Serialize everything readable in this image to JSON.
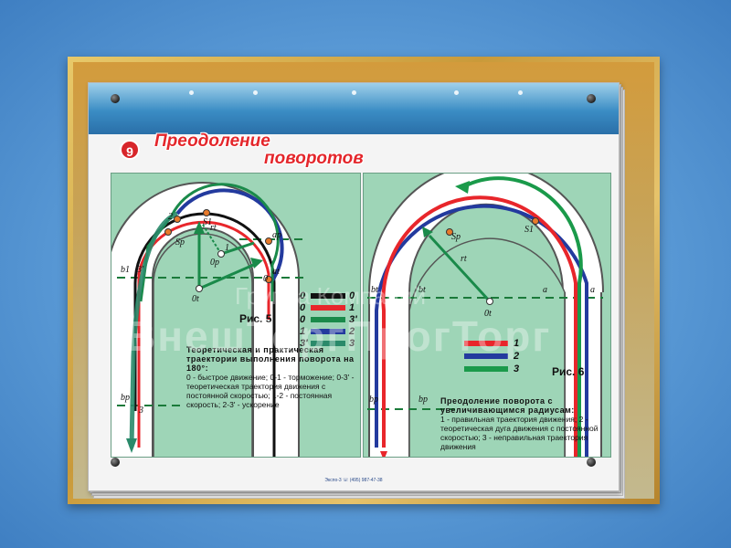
{
  "page": {
    "number": "9",
    "title_line1": "Преодоление",
    "title_line2": "поворотов"
  },
  "fig5": {
    "label": "Рис. 5",
    "caption_title": "Теоретическая и практическая траектории выполнения поворота на 180°:",
    "caption_body": "0 - быстрое движение; 0-1 - торможение; 0-3' - теоретическая траектория движения с постоянной скоростью; 1-2 - постоянная скорость; 2-3' - ускорение",
    "legend": [
      {
        "from": "0",
        "to": "0",
        "color": "#111111"
      },
      {
        "from": "0",
        "to": "1",
        "color": "#e8262b"
      },
      {
        "from": "0",
        "to": "3'",
        "color": "#1a8a4a"
      },
      {
        "from": "1",
        "to": "2",
        "color": "#233a9e"
      },
      {
        "from": "3'",
        "to": "3",
        "color": "#2a8a6a"
      }
    ],
    "points": {
      "b1": "b1",
      "b3": "3'",
      "sp": "Sp",
      "s1": "S1",
      "n2": "2",
      "n1": "1",
      "rt": "rt",
      "ap": "ap",
      "at": "at",
      "op": "0p",
      "ot": "0t",
      "n0": "0",
      "n3": "3",
      "bp": "bp"
    }
  },
  "fig6": {
    "label": "Рис. 6",
    "caption_title": "Преодоление поворота с увеличивающимся радиусам:",
    "caption_body": "1 - правильная траектория движения; 2 - теоретическая дуга движения с постоянной скоростью; 3 - неправильная траектория движения",
    "legend": [
      {
        "num": "1",
        "color": "#e8262b"
      },
      {
        "num": "2",
        "color": "#233a9e"
      },
      {
        "num": "3",
        "color": "#1a9a4a"
      }
    ],
    "points": {
      "bt": "bt",
      "bt2": "bt",
      "ot": "0t",
      "a1": "a",
      "a2": "a",
      "rt": "rt",
      "sp": "Sp",
      "s1": "S1",
      "bp1": "bp",
      "bp2": "bp"
    }
  },
  "footer": "Экспо-3  ☏ (495) 987-47-38",
  "watermark": {
    "line1": "Группа Компаний",
    "line2": "ВнешТоргПрогТорг"
  },
  "colors": {
    "panel": "#9ed5b7",
    "red": "#e8262b",
    "blue": "#233a9e",
    "green": "#1a9a4a",
    "frame": "#c99a3a"
  }
}
